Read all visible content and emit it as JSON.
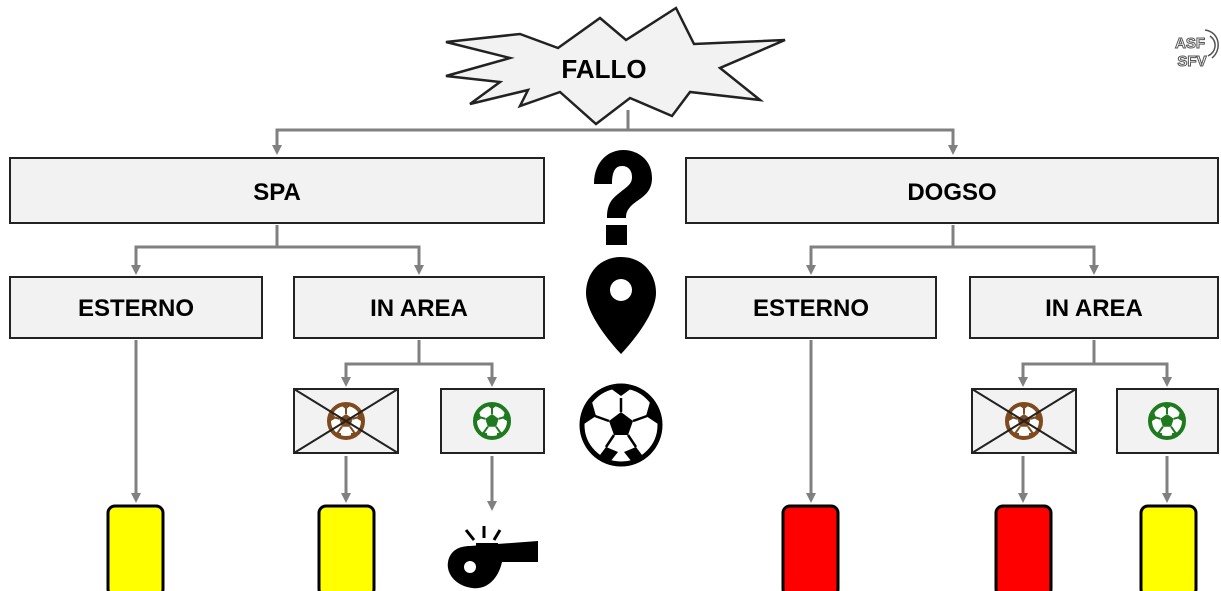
{
  "burst": {
    "label": "FALLO"
  },
  "logo": {
    "line1": "ASF",
    "line2": "SFV"
  },
  "colors": {
    "box_fill": "#f2f2f2",
    "box_stroke": "#222222",
    "connector": "#808080",
    "yellow_card": "#ffff00",
    "red_card": "#ff0000",
    "ball_crossed": "#7f4a1e",
    "ball_allowed": "#1f7a1f"
  },
  "center_icons": [
    "question-mark-icon",
    "location-pin-icon",
    "soccer-ball-icon"
  ],
  "left": {
    "label": "SPA",
    "outside": {
      "label": "ESTERNO",
      "outcome": "yellow-card"
    },
    "inside": {
      "label": "IN AREA",
      "no_play_ball": {
        "icon": "crossed-ball-icon",
        "outcome": "yellow-card"
      },
      "play_ball": {
        "icon": "ball-icon",
        "outcome": "whistle"
      }
    }
  },
  "right": {
    "label": "DOGSO",
    "outside": {
      "label": "ESTERNO",
      "outcome": "red-card"
    },
    "inside": {
      "label": "IN AREA",
      "no_play_ball": {
        "icon": "crossed-ball-icon",
        "outcome": "red-card"
      },
      "play_ball": {
        "icon": "ball-icon",
        "outcome": "yellow-card"
      }
    }
  }
}
